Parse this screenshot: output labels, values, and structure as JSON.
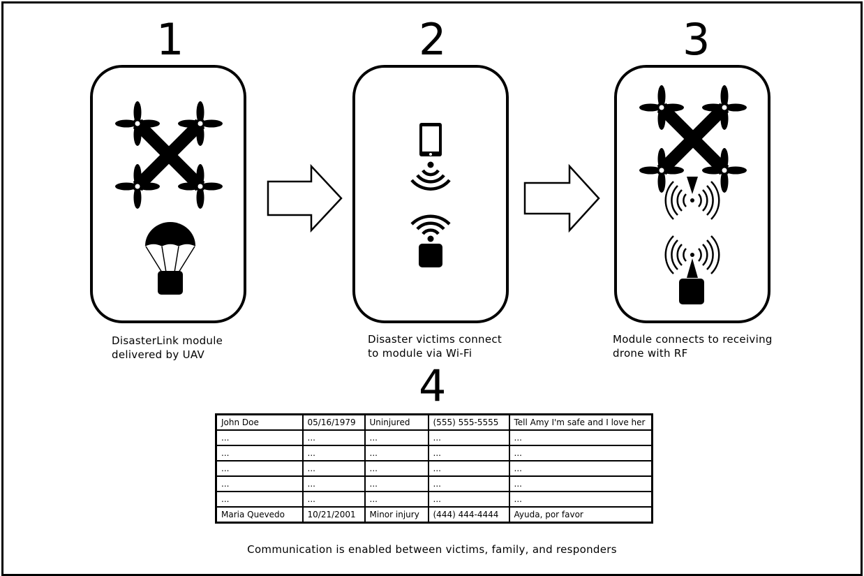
{
  "steps": [
    {
      "number": "1",
      "caption_line1": "DisasterLink module",
      "caption_line2": "delivered by UAV"
    },
    {
      "number": "2",
      "caption_line1": "Disaster victims connect",
      "caption_line2": "to module via Wi-Fi"
    },
    {
      "number": "3",
      "caption_line1": "Module connects to receiving",
      "caption_line2": "drone with RF"
    },
    {
      "number": "4"
    }
  ],
  "icons": {
    "step1": [
      "drone-icon",
      "parachute-icon",
      "module-icon"
    ],
    "step2": [
      "smartphone-icon",
      "wifi-signal-icon",
      "wifi-icon",
      "module-icon"
    ],
    "step3": [
      "drone-icon",
      "rf-signal-icon",
      "rf-signal-icon",
      "module-icon"
    ],
    "arrows": [
      "right-arrow-icon",
      "right-arrow-icon"
    ]
  },
  "table": {
    "rows": [
      [
        "John Doe",
        "05/16/1979",
        "Uninjured",
        "(555) 555-5555",
        "Tell Amy I'm safe and I love her"
      ],
      [
        "...",
        "...",
        "...",
        "...",
        "..."
      ],
      [
        "...",
        "...",
        "...",
        "...",
        "..."
      ],
      [
        "...",
        "...",
        "...",
        "...",
        "..."
      ],
      [
        "...",
        "...",
        "...",
        "...",
        "..."
      ],
      [
        "...",
        "...",
        "...",
        "...",
        "..."
      ],
      [
        "Maria Quevedo",
        "10/21/2001",
        "Minor injury",
        "(444) 444-4444",
        "Ayuda, por favor"
      ]
    ]
  },
  "footer": "Communication is enabled between victims, family, and responders"
}
